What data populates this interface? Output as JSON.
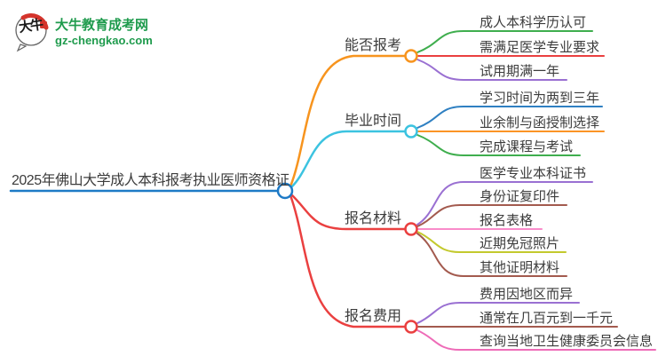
{
  "logo": {
    "site_name": "大牛教育成考网",
    "domain": "gz-chengkao.com",
    "mark_text": "大牛",
    "brand_color": "#1f9b4d",
    "seal_color": "#d4342c"
  },
  "central": {
    "label": "2025年佛山大学成人本科报考执业医师资格证",
    "color": "#1e7ac6"
  },
  "branches": [
    {
      "label": "能否报考",
      "color": "#f7941e",
      "items": [
        {
          "label": "成人本科学历认可",
          "color": "#3fae4e"
        },
        {
          "label": "需满足医学专业要求",
          "color": "#ea4040"
        },
        {
          "label": "试用期满一年",
          "color": "#9a70d2"
        }
      ]
    },
    {
      "label": "毕业时间",
      "color": "#3cc3e0",
      "items": [
        {
          "label": "学习时间为两到三年",
          "color": "#2f80c2"
        },
        {
          "label": "业余制与函授制选择",
          "color": "#fb9425"
        },
        {
          "label": "完成课程与考试",
          "color": "#3fae4e"
        }
      ]
    },
    {
      "label": "报名材料",
      "color": "#ea4040",
      "items": [
        {
          "label": "医学专业本科证书",
          "color": "#9a70d2"
        },
        {
          "label": "身份证复印件",
          "color": "#a35a4e"
        },
        {
          "label": "报名表格",
          "color": "#f98cca"
        },
        {
          "label": "近期免冠照片",
          "color": "#c3c92d"
        },
        {
          "label": "其他证明材料",
          "color": "#a35a4e"
        }
      ]
    },
    {
      "label": "报名费用",
      "color": "#ea4040",
      "items": [
        {
          "label": "费用因地区而异",
          "color": "#9a70d2"
        },
        {
          "label": "通常在几百元到一千元",
          "color": "#a35a4e"
        },
        {
          "label": "查询当地卫生健康委员会信息",
          "color": "#ee6cb8"
        }
      ]
    }
  ]
}
